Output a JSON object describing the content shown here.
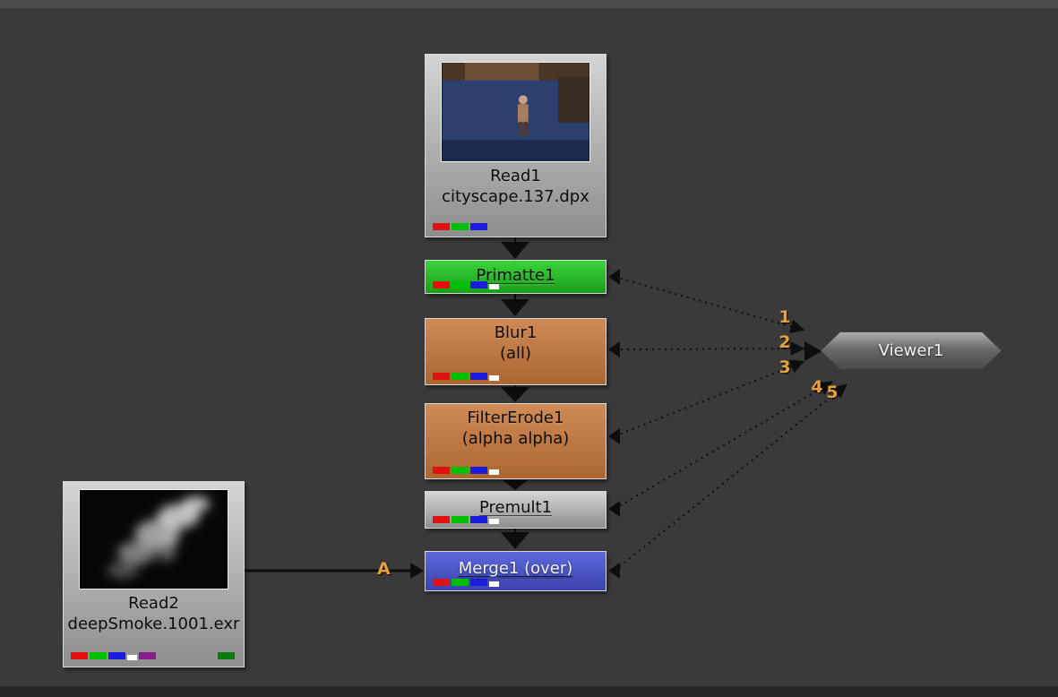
{
  "app": {
    "name": "compositing-node-graph"
  },
  "nodes": {
    "read1": {
      "title": "Read1",
      "filename": "cityscape.137.dpx",
      "color": "#b4b4b4",
      "channels": [
        "red",
        "green",
        "blue"
      ]
    },
    "primatte1": {
      "title": "Primatte1",
      "color": "#2fbf2f",
      "channels": [
        "red",
        "green",
        "blue",
        "alpha"
      ]
    },
    "blur1": {
      "title": "Blur1",
      "subtitle": "(all)",
      "color": "#c07a45",
      "channels": [
        "red",
        "green",
        "blue",
        "alpha"
      ]
    },
    "filtererode1": {
      "title": "FilterErode1",
      "subtitle": "(alpha alpha)",
      "color": "#c07a45",
      "channels": [
        "red",
        "green",
        "blue",
        "alpha"
      ]
    },
    "premult1": {
      "title": "Premult1",
      "color": "#b4b4b4",
      "channels": [
        "red",
        "green",
        "blue",
        "alpha"
      ]
    },
    "merge1": {
      "title": "Merge1 (over)",
      "color": "#4a55c8",
      "channels": [
        "red",
        "green",
        "blue",
        "alpha"
      ]
    },
    "read2": {
      "title": "Read2",
      "filename": "deepSmoke.1001.exr",
      "color": "#b4b4b4",
      "channels": [
        "red",
        "green",
        "blue",
        "alpha",
        "purple",
        "dark-green"
      ]
    },
    "viewer1": {
      "title": "Viewer1",
      "color": "#7a7a7a"
    }
  },
  "viewer_inputs": {
    "i1": "1",
    "i2": "2",
    "i3": "3",
    "i4": "4",
    "i5": "5"
  },
  "merge_input_label": "A",
  "colors": {
    "background": "#3a3a3a",
    "wire": "#0d0d0d",
    "input_number": "#e8a03c",
    "chip_red": "#e01111",
    "chip_green": "#00bf00",
    "chip_blue": "#1c1cdf",
    "chip_alpha": "#ffffff",
    "chip_purple": "#8a1c8a",
    "chip_dark_green": "#0e7a0e"
  }
}
